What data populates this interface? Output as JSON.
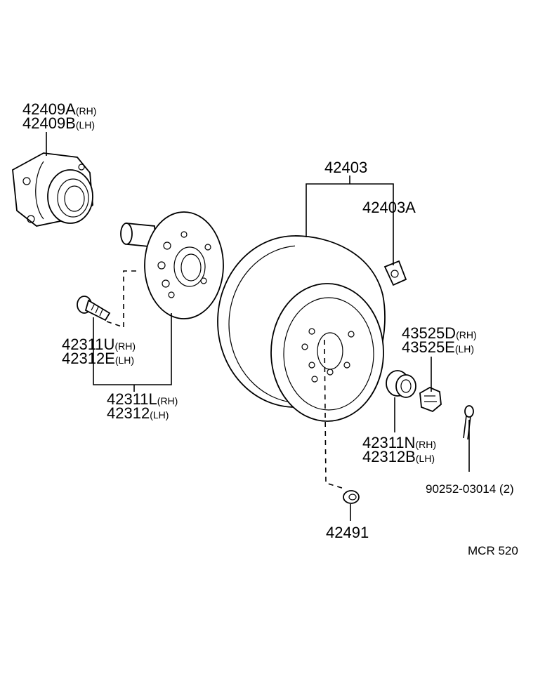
{
  "callouts": {
    "bearing_rh": {
      "num": "42409A",
      "side": "(RH)"
    },
    "bearing_lh": {
      "num": "42409B",
      "side": "(LH)"
    },
    "drum": {
      "num": "42403"
    },
    "drum_plug": {
      "num": "42403A"
    },
    "bolt_rh": {
      "num": "42311U",
      "side": "(RH)"
    },
    "bolt_lh": {
      "num": "42312E",
      "side": "(LH)"
    },
    "hub_rh": {
      "num": "42311L",
      "side": "(RH)"
    },
    "hub_lh": {
      "num": "42312",
      "side": "(LH)"
    },
    "cap_rh": {
      "num": "43525D",
      "side": "(RH)"
    },
    "cap_lh": {
      "num": "43525E",
      "side": "(LH)"
    },
    "nut_rh": {
      "num": "42311N",
      "side": "(RH)"
    },
    "nut_lh": {
      "num": "42312B",
      "side": "(LH)"
    },
    "cotter": {
      "num": "90252-03014 (2)"
    },
    "plug": {
      "num": "42491"
    }
  },
  "reference": "MCR 520"
}
